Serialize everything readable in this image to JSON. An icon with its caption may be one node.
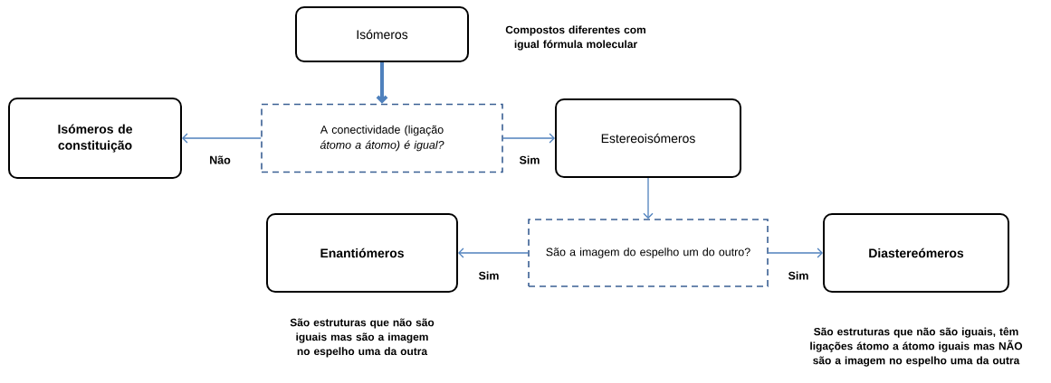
{
  "diagram": {
    "nodes": [
      {
        "text": [
          "Isómeros"
        ],
        "beside": [
          "Compostos diferentes com igual fórmula molecular"
        ]
      },
      {
        "text": [
          "Isómeros de constituição"
        ]
      },
      {
        "text": [
          "A conectividade (ligação *átomo a átomo) é igual?*"
        ]
      },
      {
        "text": [
          "Estereoisómeros"
        ]
      },
      {
        "text": [
          "São a imagem do espelho um do outro?"
        ]
      },
      {
        "text": [
          "Enantiómeros"
        ],
        "beside": [
          "São estruturas que não são iguais mas são a imagem no espelho uma da outra"
        ]
      },
      {
        "text": [
          "Diastereómeros"
        ],
        "beside": [
          "São estruturas que não são iguais, têm ligações átomo a átomo iguais mas NÃO são a imagem no espelho uma da outra"
        ]
      }
    ],
    "edges": [
      {
        "from": 0,
        "to": 2,
        "arrow": "to",
        "style": "thick"
      },
      {
        "from": 2,
        "to": 1,
        "arrow": "to",
        "label": "Não"
      },
      {
        "from": 2,
        "to": 3,
        "arrow": "to",
        "label": "Sim"
      },
      {
        "from": 3,
        "to": 4,
        "arrow": "to"
      },
      {
        "from": 4,
        "to": 5,
        "arrow": "to",
        "label": "Sim"
      },
      {
        "from": 4,
        "to": 6,
        "arrow": "to",
        "label": "Sim"
      }
    ]
  }
}
